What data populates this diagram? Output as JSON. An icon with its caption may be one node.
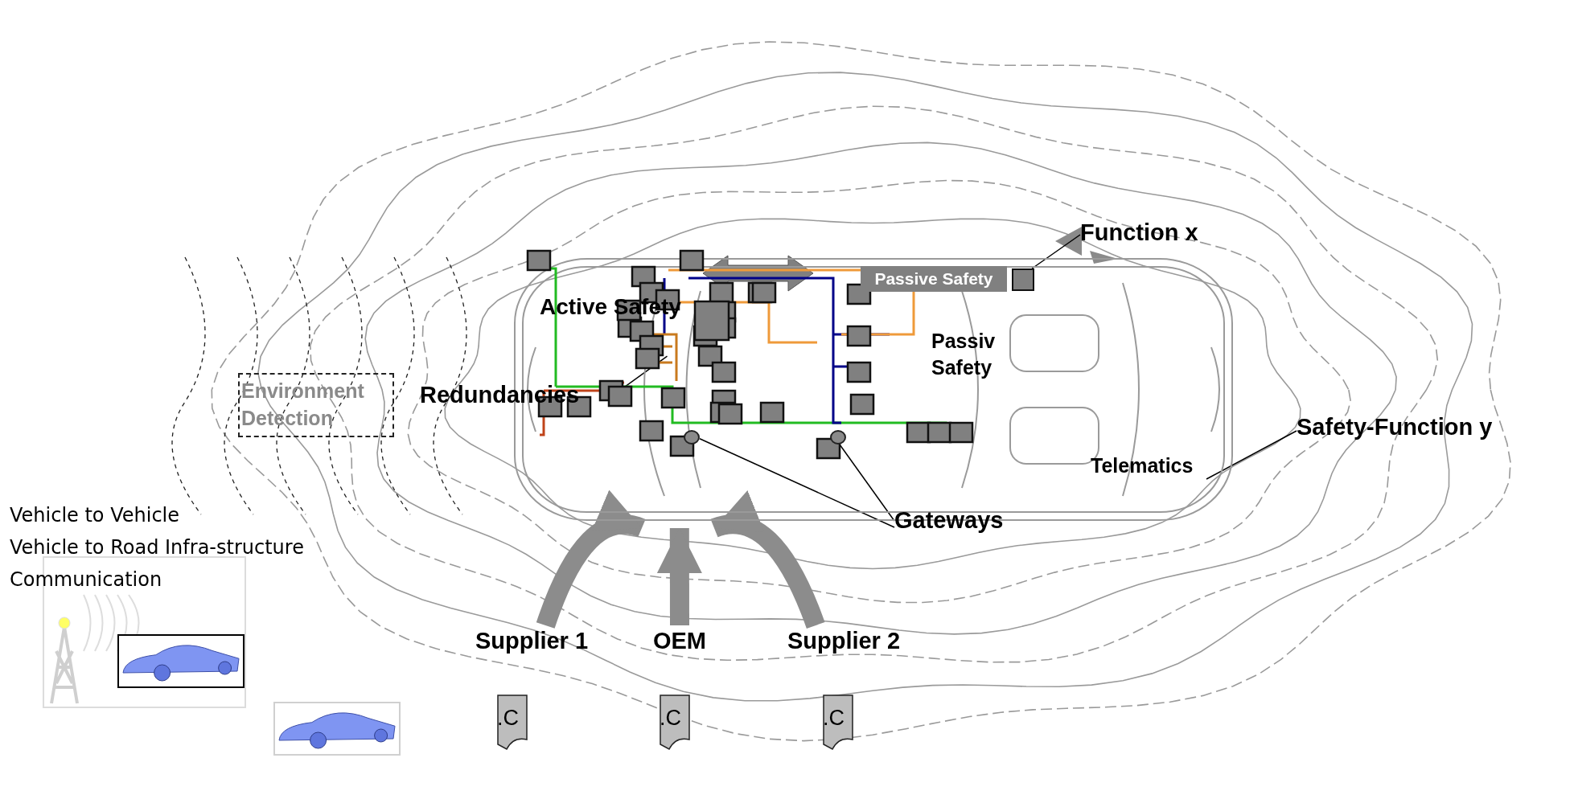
{
  "diagram": {
    "nodes": [
      {
        "text": [],
        "shape": "picture"
      },
      {
        "text": [
          "Function x"
        ]
      },
      {
        "text": [
          "Passive Safety"
        ],
        "in": 0
      },
      {
        "text": [],
        "shape": "box",
        "in": 0
      },
      {
        "text": [
          "Environment Detection"
        ]
      },
      {
        "text": [
          "Redundancies"
        ]
      },
      {
        "text": [
          "Safety-Function y"
        ]
      },
      {
        "text": [
          "Telematics"
        ],
        "in": 0
      },
      {
        "text": [],
        "shape": "circle",
        "in": 0
      },
      {
        "text": [],
        "shape": "circle",
        "in": 0
      },
      {
        "text": [
          "Gateways"
        ]
      },
      {
        "text": [
          "Supplier 1"
        ]
      },
      {
        "text": [
          "OEM"
        ]
      },
      {
        "text": [
          "Supplier 2"
        ]
      },
      {
        "text": [
          ".C"
        ]
      },
      {
        "text": [
          ".C"
        ]
      },
      {
        "text": [
          ".C"
        ]
      }
    ],
    "edges": [
      {
        "from": 1,
        "to": 3,
        "arrow": "none"
      },
      {
        "from": 5,
        "to": 0,
        "arrow": "none"
      },
      {
        "from": 6,
        "to": 7,
        "arrow": "none"
      },
      {
        "from": 10,
        "to": 8,
        "arrow": "none"
      },
      {
        "from": 10,
        "to": 9,
        "arrow": "none"
      },
      {
        "from": 11,
        "to": 0,
        "arrow": "to",
        "style": "thick",
        "color": "#8c8c8c"
      },
      {
        "from": 12,
        "to": 0,
        "arrow": "to",
        "style": "thick",
        "color": "#8c8c8c"
      },
      {
        "from": 13,
        "to": 0,
        "arrow": "to",
        "style": "thick",
        "color": "#8c8c8c"
      }
    ],
    "labels": [
      "Active Safety",
      "Passiv Safety",
      "Vehicle to Vehicle",
      "Vehicle to Road Infra-structure",
      "Communication"
    ]
  }
}
